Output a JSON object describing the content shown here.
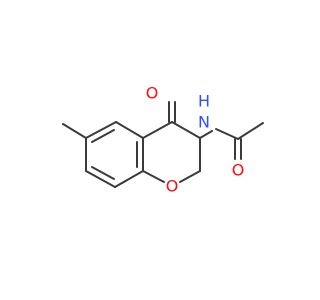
{
  "molecule": {
    "atoms": {
      "oxygen_ketone": {
        "label": "O",
        "color": "#ff0d0d"
      },
      "nitrogen_amide": {
        "label": "N",
        "color": "#3050f8"
      },
      "hydrogen_amide": {
        "label": "H",
        "color": "#3050f8"
      },
      "oxygen_amide": {
        "label": "O",
        "color": "#ff0d0d"
      },
      "oxygen_ring": {
        "label": "O",
        "color": "#ff0d0d"
      }
    },
    "bond_color": "#3a3a3a"
  }
}
